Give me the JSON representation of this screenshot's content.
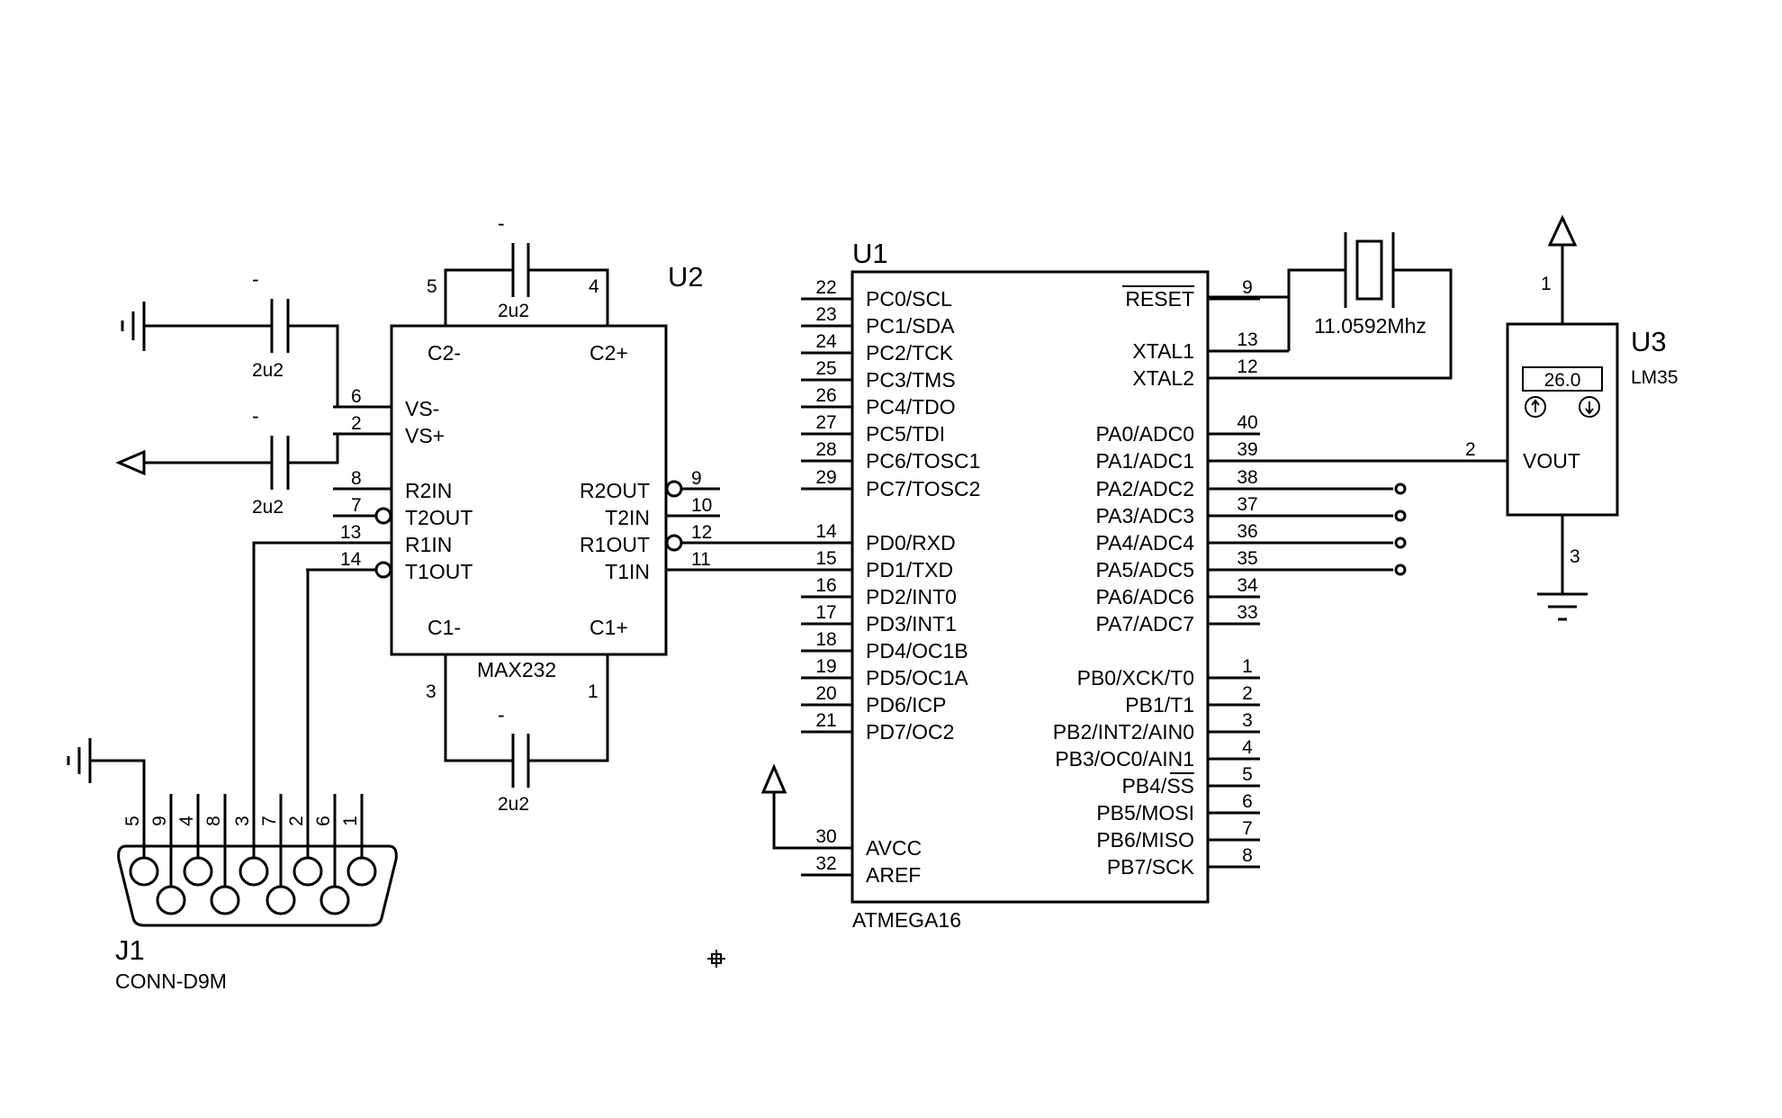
{
  "u1": {
    "ref": "U1",
    "part": "ATMEGA16",
    "left_pins": [
      {
        "num": "22",
        "name": "PC0/SCL"
      },
      {
        "num": "23",
        "name": "PC1/SDA"
      },
      {
        "num": "24",
        "name": "PC2/TCK"
      },
      {
        "num": "25",
        "name": "PC3/TMS"
      },
      {
        "num": "26",
        "name": "PC4/TDO"
      },
      {
        "num": "27",
        "name": "PC5/TDI"
      },
      {
        "num": "28",
        "name": "PC6/TOSC1"
      },
      {
        "num": "29",
        "name": "PC7/TOSC2"
      },
      {
        "num": "14",
        "name": "PD0/RXD"
      },
      {
        "num": "15",
        "name": "PD1/TXD"
      },
      {
        "num": "16",
        "name": "PD2/INT0"
      },
      {
        "num": "17",
        "name": "PD3/INT1"
      },
      {
        "num": "18",
        "name": "PD4/OC1B"
      },
      {
        "num": "19",
        "name": "PD5/OC1A"
      },
      {
        "num": "20",
        "name": "PD6/ICP"
      },
      {
        "num": "21",
        "name": "PD7/OC2"
      },
      {
        "num": "30",
        "name": "AVCC"
      },
      {
        "num": "32",
        "name": "AREF"
      }
    ],
    "right_pins": [
      {
        "num": "9",
        "name": "RESET"
      },
      {
        "num": "13",
        "name": "XTAL1"
      },
      {
        "num": "12",
        "name": "XTAL2"
      },
      {
        "num": "40",
        "name": "PA0/ADC0"
      },
      {
        "num": "39",
        "name": "PA1/ADC1"
      },
      {
        "num": "38",
        "name": "PA2/ADC2"
      },
      {
        "num": "37",
        "name": "PA3/ADC3"
      },
      {
        "num": "36",
        "name": "PA4/ADC4"
      },
      {
        "num": "35",
        "name": "PA5/ADC5"
      },
      {
        "num": "34",
        "name": "PA6/ADC6"
      },
      {
        "num": "33",
        "name": "PA7/ADC7"
      },
      {
        "num": "1",
        "name": "PB0/XCK/T0"
      },
      {
        "num": "2",
        "name": "PB1/T1"
      },
      {
        "num": "3",
        "name": "PB2/INT2/AIN0"
      },
      {
        "num": "4",
        "name": "PB3/OC0/AIN1"
      },
      {
        "num": "5",
        "name": "PB4/SS"
      },
      {
        "num": "6",
        "name": "PB5/MOSI"
      },
      {
        "num": "7",
        "name": "PB6/MISO"
      },
      {
        "num": "8",
        "name": "PB7/SCK"
      }
    ]
  },
  "u2": {
    "ref": "U2",
    "part": "MAX232",
    "pin_names": {
      "c2m": "C2-",
      "c2p": "C2+",
      "vsm": "VS-",
      "vsp": "VS+",
      "r2in": "R2IN",
      "t2out": "T2OUT",
      "r1in": "R1IN",
      "t1out": "T1OUT",
      "r2out": "R2OUT",
      "t2in": "T2IN",
      "r1out": "R1OUT",
      "t1in": "T1IN",
      "c1m": "C1-",
      "c1p": "C1+"
    },
    "pin_numbers": {
      "c2m": "5",
      "c2p": "4",
      "vsm": "6",
      "vsp": "2",
      "r2in": "8",
      "t2out": "7",
      "r1in": "13",
      "t1out": "14",
      "r2out": "9",
      "t2in": "10",
      "r1out": "12",
      "t1in": "11",
      "c1m": "3",
      "c1p": "1"
    }
  },
  "u3": {
    "ref": "U3",
    "part": "LM35",
    "display": "26.0",
    "pin_name": "VOUT",
    "pin_numbers": {
      "vcc": "1",
      "vout": "2",
      "gnd": "3"
    }
  },
  "j1": {
    "ref": "J1",
    "part": "CONN-D9M",
    "pins": [
      "5",
      "9",
      "4",
      "8",
      "3",
      "7",
      "2",
      "6",
      "1"
    ]
  },
  "crystal": {
    "value": "11.0592Mhz"
  },
  "capacitors": {
    "value": "2u2",
    "polarity_mark": "-"
  }
}
